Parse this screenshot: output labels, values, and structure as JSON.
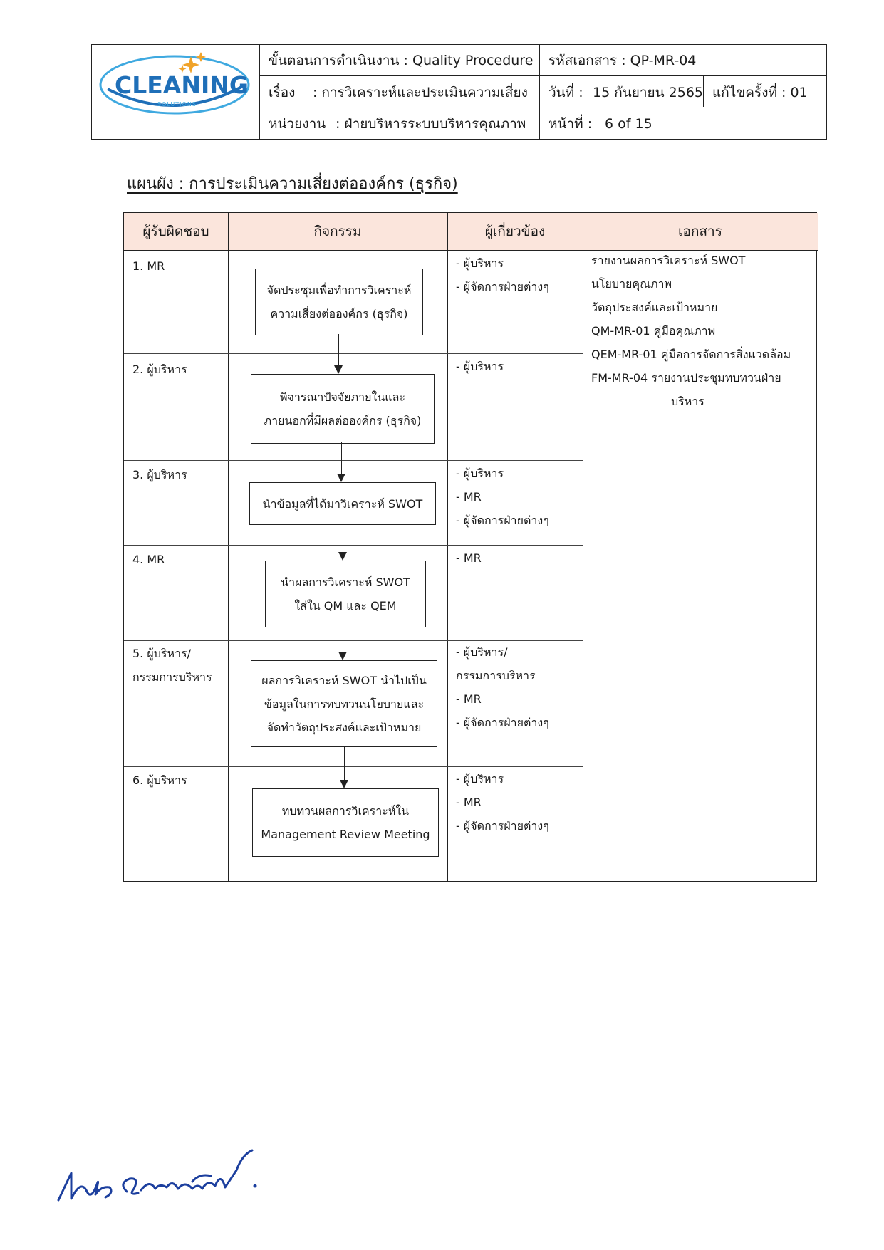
{
  "header": {
    "company_logo_text": "CLEANING",
    "company_logo_sub": "SOLUTIONS",
    "procedure_label": "ขั้นตอนการดำเนินงาน : Quality Procedure",
    "subject_label": "เรื่อง",
    "subject_value": ": การวิเคราะห์และประเมินความเสี่ยง",
    "unit_label": "หน่วยงาน",
    "unit_value": ": ฝ่ายบริหารระบบบริหารคุณภาพ",
    "doc_code": "รหัสเอกสาร : QP-MR-04",
    "date_label": "วันที่ :",
    "date_value": "15 กันยายน 2565",
    "revision": "แก้ไขครั้งที่ : 01",
    "page_label": "หน้าที่ :",
    "page_value": "6 of 15"
  },
  "title": "แผนผัง : การประเมินความเสี่ยงต่อองค์กร (ธุรกิจ)",
  "columns": {
    "responsible": "ผู้รับผิดชอบ",
    "activity": "กิจกรรม",
    "related": "ผู้เกี่ยวข้อง",
    "documents": "เอกสาร"
  },
  "rows": [
    {
      "resp": [
        "1.  MR"
      ],
      "activity": [
        "จัดประชุมเพื่อทำการวิเคราะห์",
        "ความเสี่ยงต่อองค์กร (ธุรกิจ)"
      ],
      "related": [
        "-  ผู้บริหาร",
        "-  ผู้จัดการฝ่ายต่างๆ"
      ]
    },
    {
      "resp": [
        "2. ผู้บริหาร"
      ],
      "activity": [
        "พิจารณาปัจจัยภายในและ",
        "ภายนอกที่มีผลต่อองค์กร (ธุรกิจ)"
      ],
      "related": [
        "-  ผู้บริหาร"
      ]
    },
    {
      "resp": [
        "3. ผู้บริหาร"
      ],
      "activity": [
        "นำข้อมูลที่ได้มาวิเคราะห์ SWOT"
      ],
      "related": [
        "-  ผู้บริหาร",
        "-  MR",
        "-  ผู้จัดการฝ่ายต่างๆ"
      ]
    },
    {
      "resp": [
        "4. MR"
      ],
      "activity": [
        "นำผลการวิเคราะห์ SWOT",
        "ใส่ใน QM และ QEM"
      ],
      "related": [
        "-  MR"
      ]
    },
    {
      "resp": [
        "5. ผู้บริหาร/",
        "กรรมการบริหาร"
      ],
      "activity": [
        "ผลการวิเคราะห์ SWOT นำไปเป็น",
        "ข้อมูลในการทบทวนนโยบายและ",
        "จัดทำวัตถุประสงค์และเป้าหมาย"
      ],
      "related": [
        "-  ผู้บริหาร/",
        "กรรมการบริหาร",
        "-  MR",
        "-  ผู้จัดการฝ่ายต่างๆ"
      ]
    },
    {
      "resp": [
        "6. ผู้บริหาร"
      ],
      "activity": [
        "ทบทวนผลการวิเคราะห์ใน",
        "Management Review Meeting"
      ],
      "related": [
        "-  ผู้บริหาร",
        "-  MR",
        "-  ผู้จัดการฝ่ายต่างๆ"
      ]
    }
  ],
  "documents": [
    "รายงานผลการวิเคราะห์ SWOT",
    "นโยบายคุณภาพ",
    "วัตถุประสงค์และเป้าหมาย",
    "QM-MR-01  คู่มือคุณภาพ",
    "QEM-MR-01 คู่มือการจัดการสิ่งแวดล้อม",
    "FM-MR-04  รายงานประชุมทบทวนฝ่าย",
    "บริหาร"
  ],
  "colors": {
    "header_fill": "#fbe5dc",
    "logo_blue": "#1f6fb8",
    "logo_light": "#3fa9e0",
    "sparkle": "#f0a32a",
    "signature_ink": "#1c3f9e"
  }
}
